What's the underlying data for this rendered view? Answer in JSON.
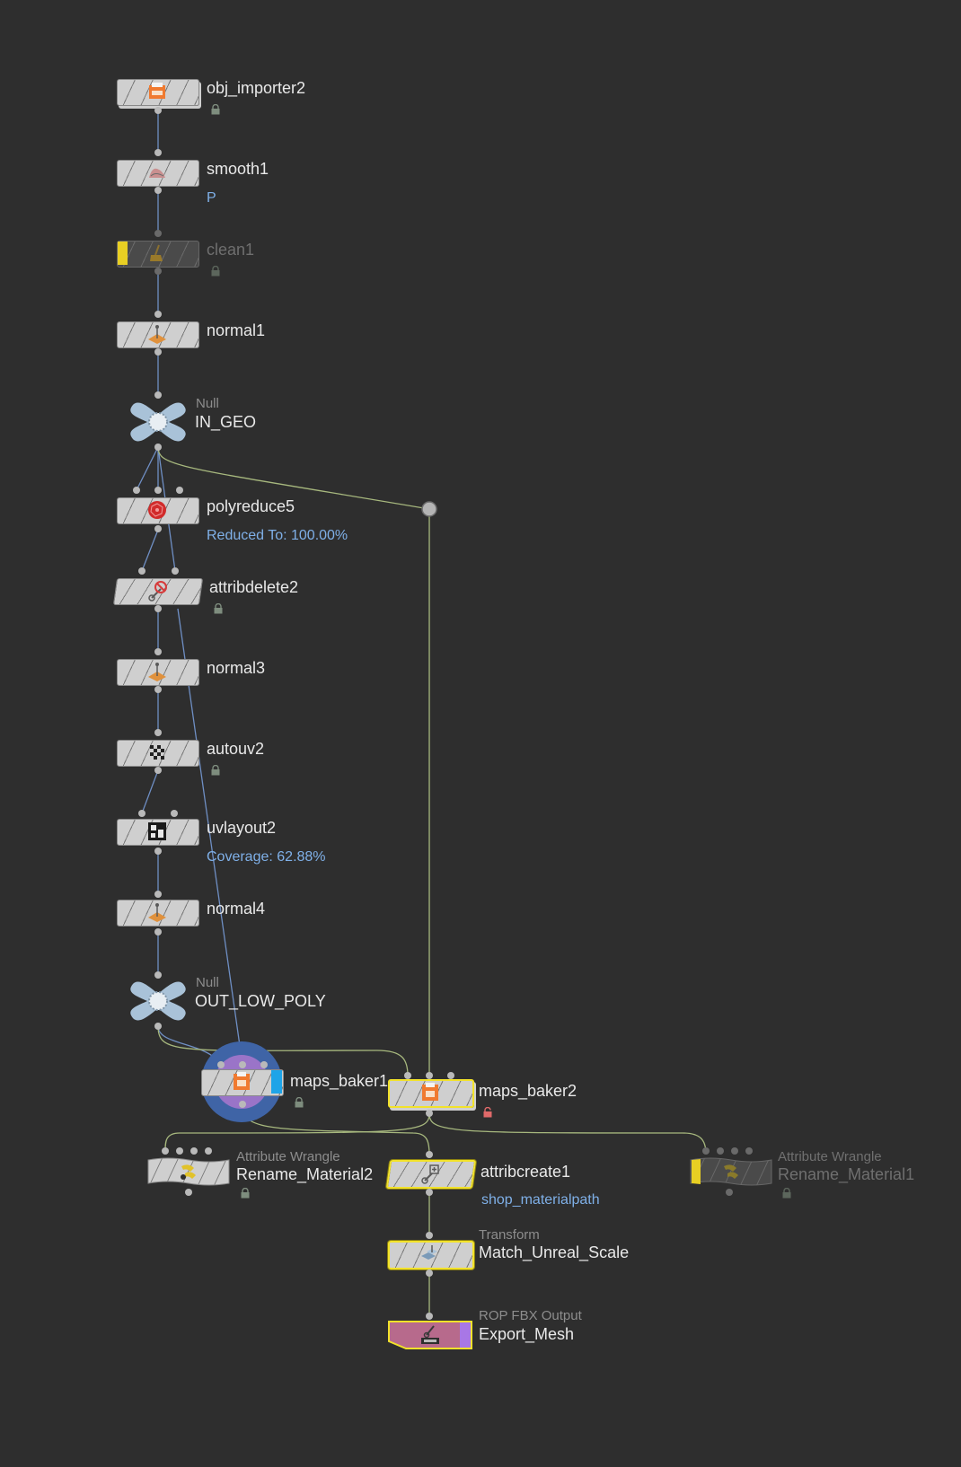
{
  "nodes": {
    "obj_importer2": {
      "name": "obj_importer2"
    },
    "smooth1": {
      "name": "smooth1",
      "info": "P"
    },
    "clean1": {
      "name": "clean1"
    },
    "normal1": {
      "name": "normal1"
    },
    "in_geo": {
      "type": "Null",
      "name": "IN_GEO"
    },
    "polyreduce5": {
      "name": "polyreduce5",
      "info": "Reduced To: 100.00%"
    },
    "attribdelete2": {
      "name": "attribdelete2"
    },
    "normal3": {
      "name": "normal3"
    },
    "autouv2": {
      "name": "autouv2"
    },
    "uvlayout2": {
      "name": "uvlayout2",
      "info": "Coverage: 62.88%"
    },
    "normal4": {
      "name": "normal4"
    },
    "out_low_poly": {
      "type": "Null",
      "name": "OUT_LOW_POLY"
    },
    "maps_baker1": {
      "name": "maps_baker1"
    },
    "maps_baker2": {
      "name": "maps_baker2"
    },
    "rename_material2": {
      "type": "Attribute Wrangle",
      "name": "Rename_Material2"
    },
    "attribcreate1": {
      "name": "attribcreate1",
      "info": "shop_materialpath"
    },
    "rename_material1": {
      "type": "Attribute Wrangle",
      "name": "Rename_Material1"
    },
    "match_unreal_scale": {
      "type": "Transform",
      "name": "Match_Unreal_Scale"
    },
    "export_mesh": {
      "type": "ROP FBX Output",
      "name": "Export_Mesh"
    }
  },
  "colors": {
    "background": "#2e2e2e",
    "wire_blue": "#6f8fc4",
    "wire_green": "#a7b87e",
    "selection_yellow": "#f2e22a",
    "info_blue": "#7fb0e8",
    "bypass_flag": "#e8cf23",
    "display_flag": "#1ea4e8",
    "render_flag": "#a877e6"
  }
}
